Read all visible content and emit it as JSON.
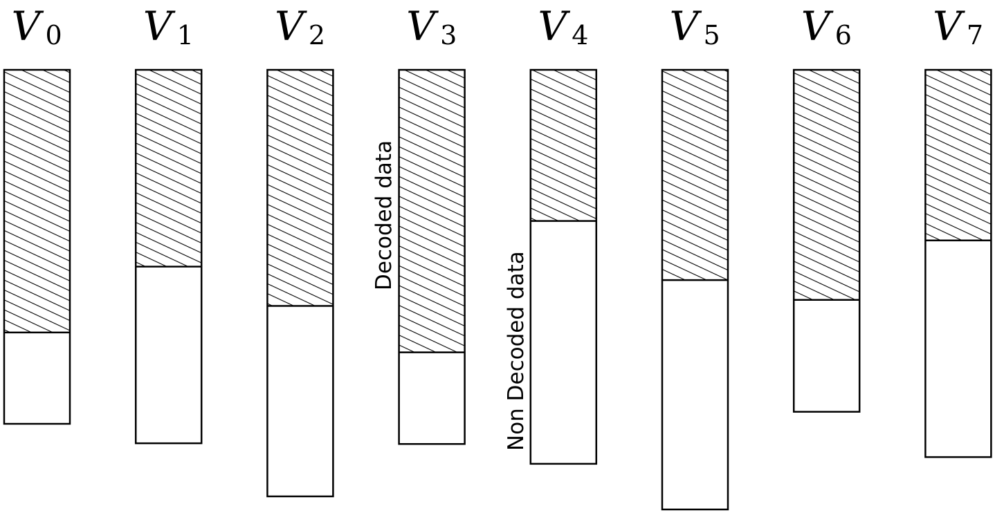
{
  "columns": [
    {
      "var": "V",
      "sub": "0",
      "decoded": 0.742,
      "total": 1.0
    },
    {
      "var": "V",
      "sub": "1",
      "decoded": 0.556,
      "total": 1.055
    },
    {
      "var": "V",
      "sub": "2",
      "decoded": 0.667,
      "total": 1.205
    },
    {
      "var": "V",
      "sub": "3",
      "decoded": 0.798,
      "total": 1.057
    },
    {
      "var": "V",
      "sub": "4",
      "decoded": 0.427,
      "total": 1.113
    },
    {
      "var": "V",
      "sub": "5",
      "decoded": 0.594,
      "total": 1.242
    },
    {
      "var": "V",
      "sub": "6",
      "decoded": 0.65,
      "total": 0.966
    },
    {
      "var": "V",
      "sub": "7",
      "decoded": 0.482,
      "total": 1.094
    }
  ],
  "labels": {
    "decoded": "Decoded data",
    "non_decoded": "Non Decoded data"
  },
  "colors": {
    "stroke": "#000000",
    "background": "#ffffff"
  }
}
